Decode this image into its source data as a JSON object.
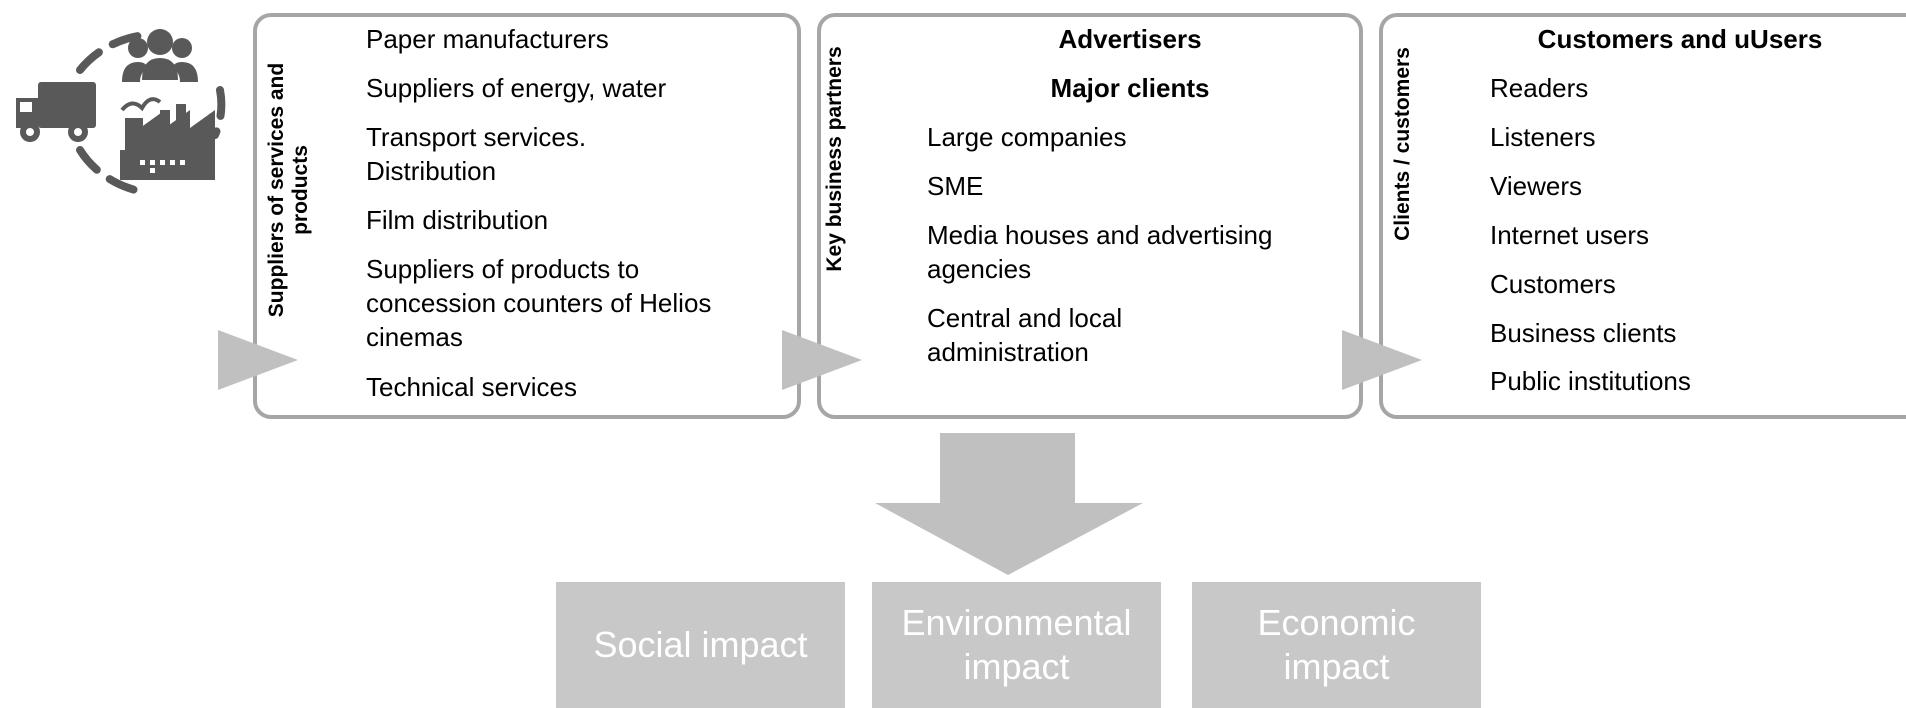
{
  "icon_group": {
    "icons": [
      "truck-icon",
      "people-icon",
      "factory-icon",
      "dashed-cycle-icon"
    ],
    "color": "#595959"
  },
  "suppliers": {
    "label": "Suppliers of services and products",
    "items": [
      "Paper manufacturers",
      "Suppliers of energy, water",
      "Transport services. Distribution",
      "Film distribution",
      "Suppliers of products to concession counters of Helios cinemas",
      "Technical services"
    ]
  },
  "partners": {
    "label": "Key business partners",
    "heading1": "Advertisers",
    "heading2": "Major clients",
    "items": [
      "Large companies",
      "SME",
      "Media houses and advertising agencies",
      "Central and local administration"
    ]
  },
  "clients": {
    "label": "Clients / customers",
    "heading": "Customers and uUsers",
    "items": [
      "Readers",
      "Listeners",
      "Viewers",
      "Internet users",
      "Customers",
      "Business clients",
      "Public institutions"
    ]
  },
  "impacts": {
    "social": "Social impact",
    "environmental": "Environmental impact",
    "economic": "Economic impact"
  },
  "colors": {
    "box_border": "#a6a6a6",
    "arrow": "#c0c0c0",
    "impact_bg": "#c8c8c8",
    "icon": "#595959"
  }
}
